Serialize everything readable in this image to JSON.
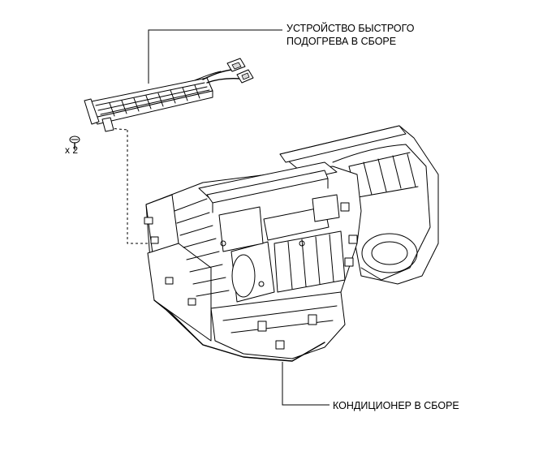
{
  "labels": {
    "heater_line1": "УСТРОЙСТВО БЫСТРОГО",
    "heater_line2": "ПОДОГРЕВА В СБОРЕ",
    "ac_unit": "КОНДИЦИОНЕР В СБОРЕ",
    "screw_qty": "x 2"
  },
  "parts": [
    {
      "name": "quick-heater-assembly"
    },
    {
      "name": "screw"
    },
    {
      "name": "air-conditioner-assembly"
    }
  ]
}
